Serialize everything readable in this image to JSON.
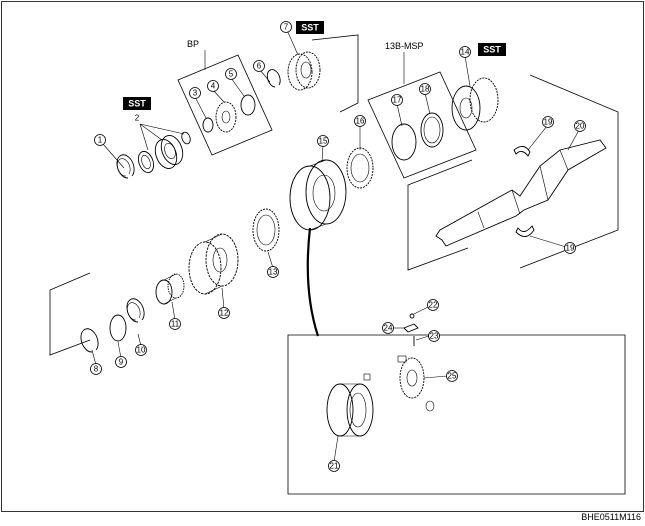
{
  "labels": {
    "bp": "BP",
    "msp": "13B-MSP",
    "code": "BHE0511M116"
  },
  "badges": [
    {
      "text": "SST"
    },
    {
      "text": "SST"
    },
    {
      "text": "SST"
    }
  ],
  "callouts": [
    "1",
    "2",
    "3",
    "4",
    "5",
    "6",
    "7",
    "8",
    "9",
    "10",
    "11",
    "12",
    "13",
    "14",
    "15",
    "16",
    "17",
    "18",
    "19",
    "19",
    "20",
    "21",
    "22",
    "23",
    "24",
    "25"
  ],
  "colors": {
    "line": "#000000",
    "badge_bg": "#000000",
    "background": "#ffffff"
  }
}
